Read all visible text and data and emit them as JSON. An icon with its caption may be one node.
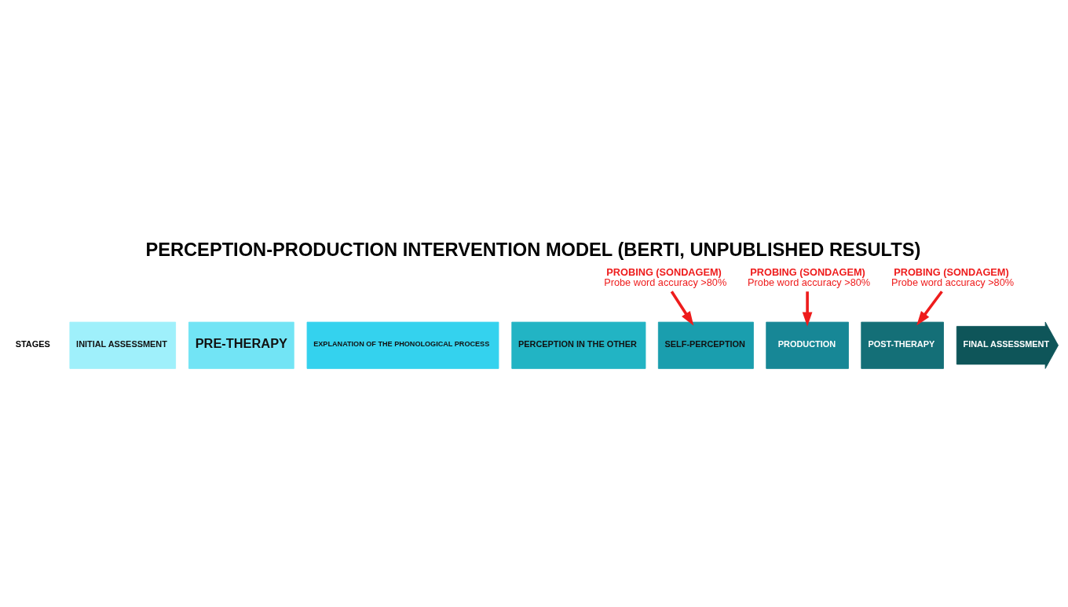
{
  "diagram": {
    "title": "PERCEPTION-PRODUCTION INTERVENTION MODEL (BERTI, UNPUBLISHED RESULTS)",
    "nodes": [
      {
        "text": [
          "INITIAL ASSESSMENT"
        ]
      },
      {
        "text": [
          "PRE-THERAPY"
        ]
      },
      {
        "text": [
          "EXPLANATION OF THE PHONOLOGICAL PROCESS"
        ]
      },
      {
        "text": [
          "PERCEPTION IN THE OTHER"
        ]
      },
      {
        "text": [
          "SELF-PERCEPTION"
        ]
      },
      {
        "text": [
          "PRODUCTION"
        ]
      },
      {
        "text": [
          "POST-THERAPY"
        ]
      },
      {
        "text": [
          "FINAL ASSESSMENT"
        ]
      },
      {
        "text": [
          "PROBING (SONDAGEM)",
          "Probe word accuracy >80%"
        ]
      },
      {
        "text": [
          "PROBING (SONDAGEM)",
          "Probe word accuracy >80%"
        ]
      },
      {
        "text": [
          "PROBING (SONDAGEM)",
          "Probe word accuracy >80%"
        ]
      }
    ],
    "edges": [
      {
        "from": 8,
        "to": 4,
        "arrow": "to"
      },
      {
        "from": 9,
        "to": 5,
        "arrow": "to"
      },
      {
        "from": 10,
        "to": 6,
        "arrow": "to"
      }
    ],
    "labels": [
      "STAGES"
    ]
  }
}
